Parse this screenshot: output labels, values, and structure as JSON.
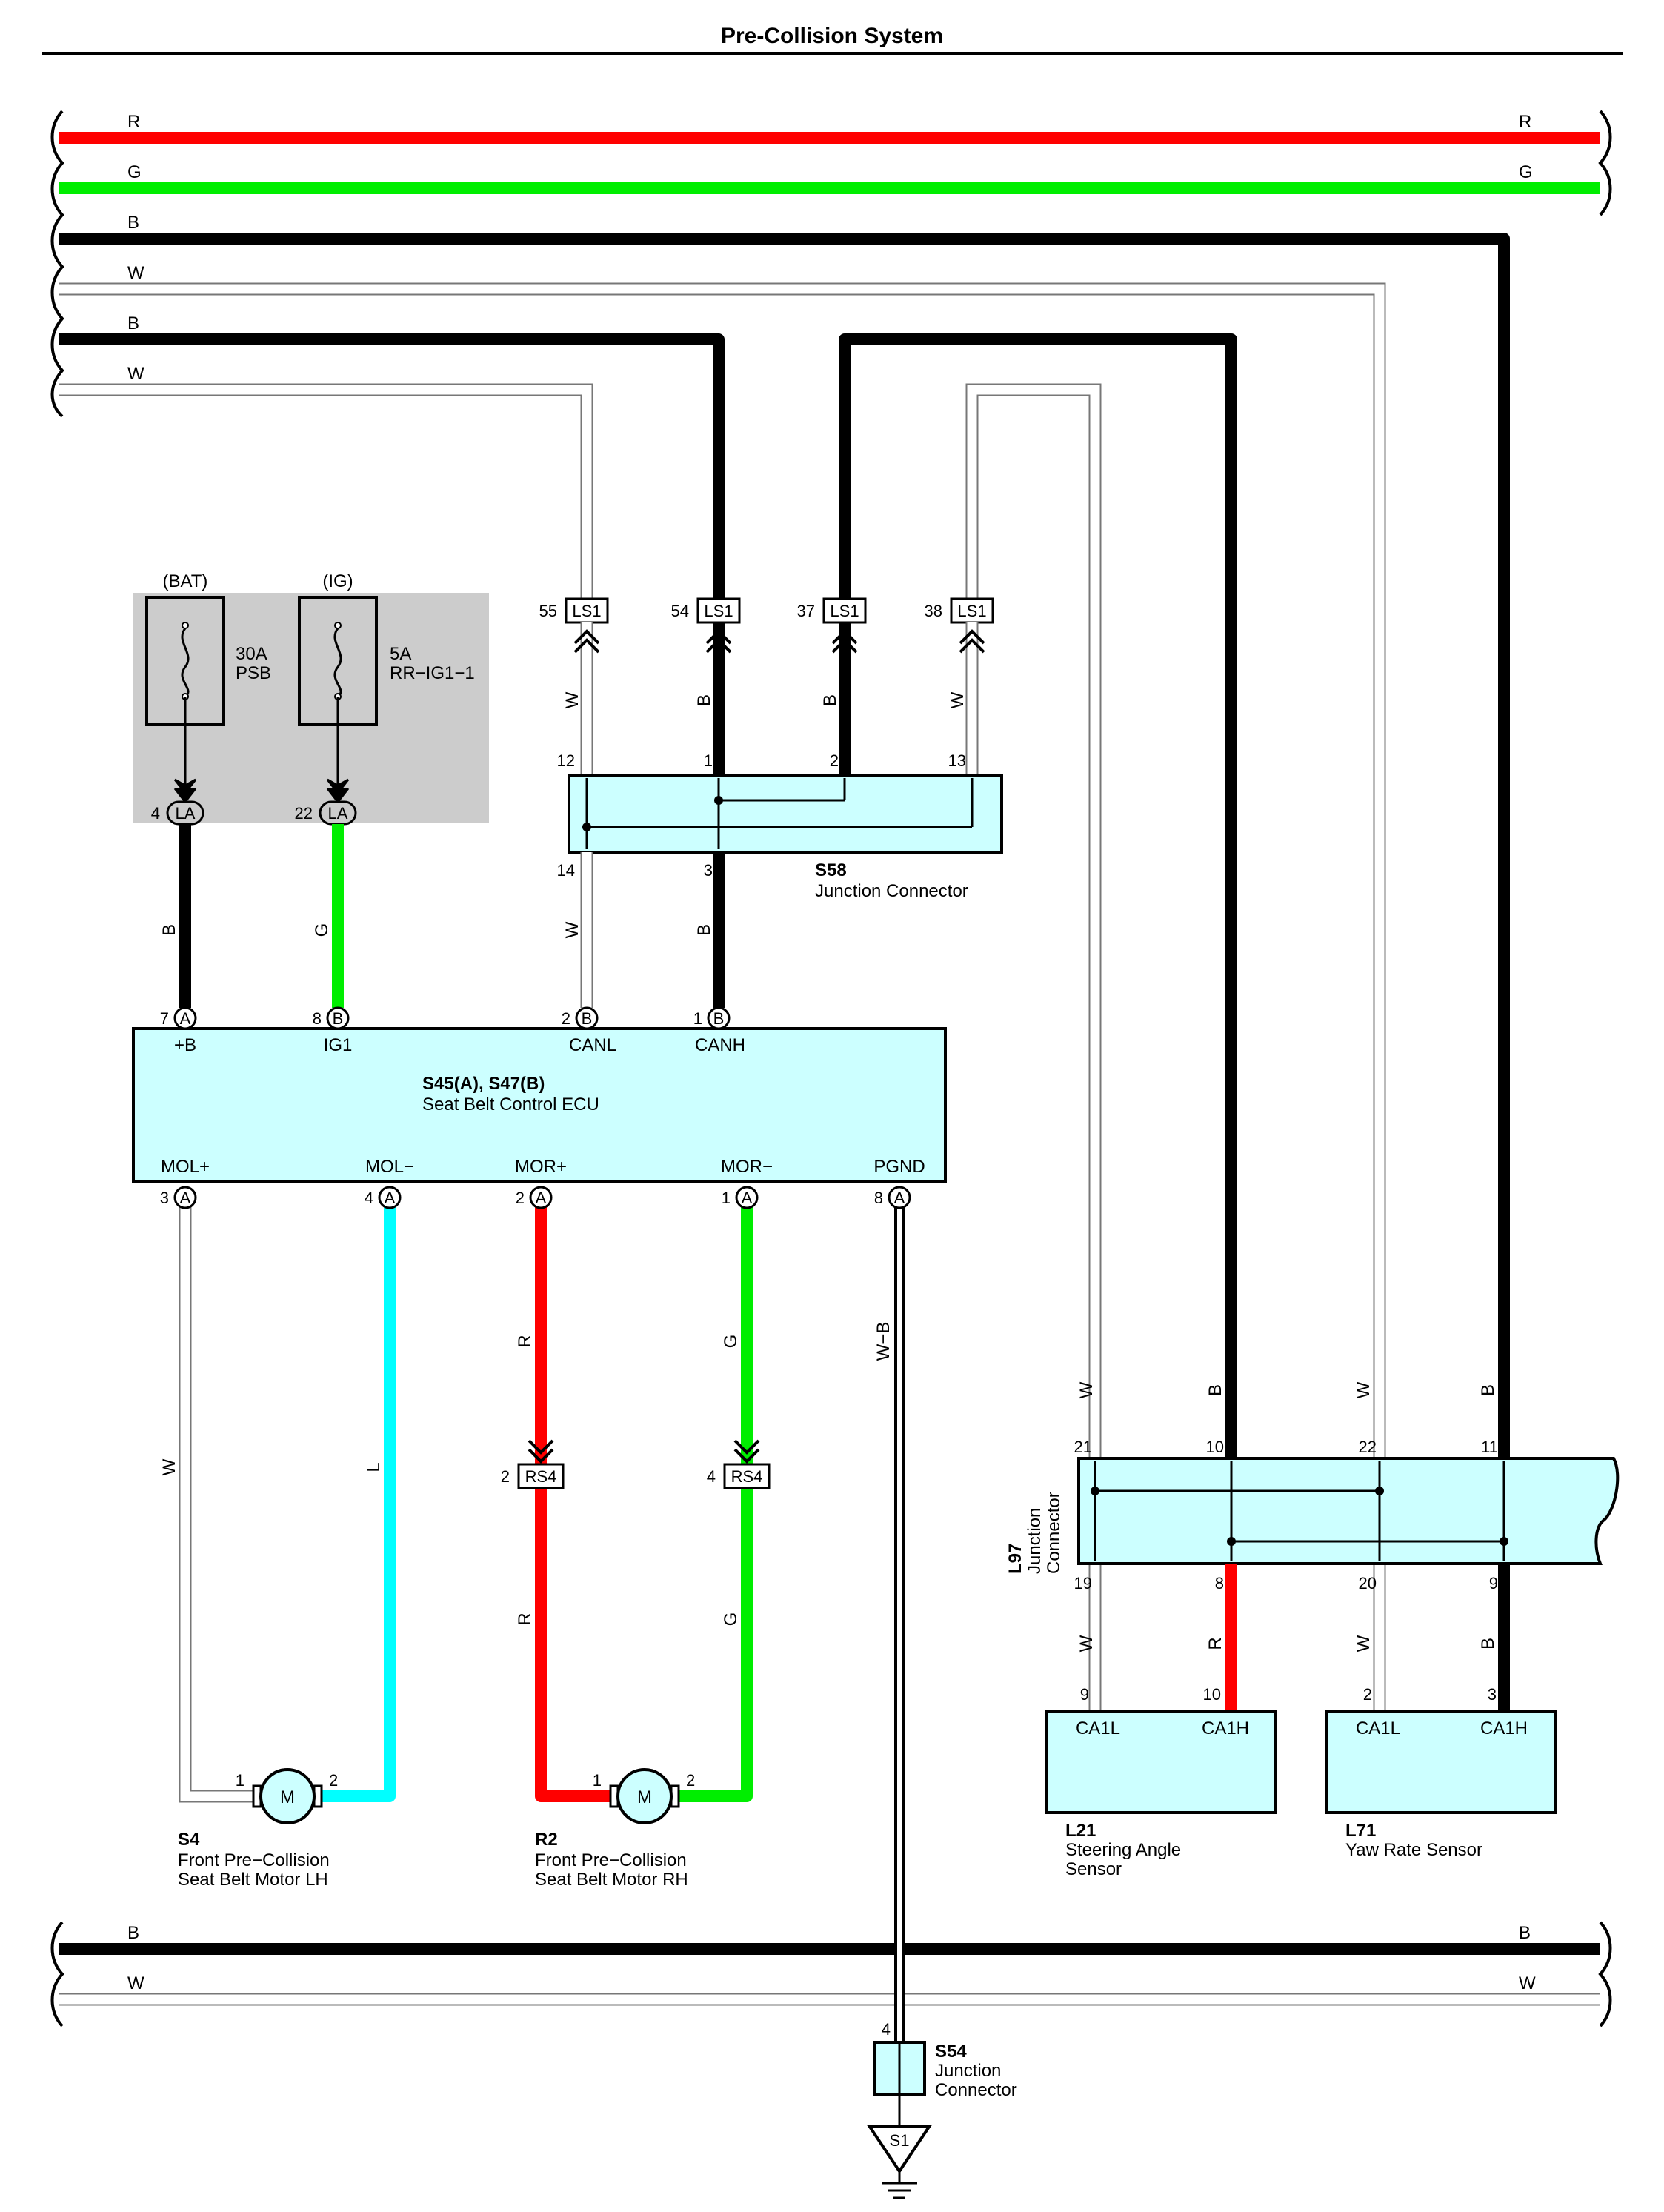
{
  "title": "Pre-Collision System",
  "colors": {
    "R": "#ff0000",
    "G": "#00ee00",
    "B": "#000000",
    "W": "#ffffff",
    "L": "#00ffff",
    "component_fill": "#ccffff",
    "fuse_block_fill": "#cccccc"
  },
  "bus_top": [
    "R",
    "G",
    "B",
    "W",
    "B",
    "W"
  ],
  "bus_bottom": [
    "B",
    "W"
  ],
  "fuses": [
    {
      "source": "(BAT)",
      "amp": "30A",
      "name": "PSB",
      "pin": "4",
      "connector": "LA",
      "wire": "B"
    },
    {
      "source": "(IG)",
      "amp": "5A",
      "name": "RR−IG1−1",
      "pin": "22",
      "connector": "LA",
      "wire": "G"
    }
  ],
  "ls1": [
    {
      "pin": "55",
      "connector": "LS1",
      "wire": "W"
    },
    {
      "pin": "54",
      "connector": "LS1",
      "wire": "B"
    },
    {
      "pin": "37",
      "connector": "LS1",
      "wire": "B"
    },
    {
      "pin": "38",
      "connector": "LS1",
      "wire": "W"
    }
  ],
  "s58": {
    "id": "S58",
    "name": "Junction Connector",
    "top_pins": [
      "12",
      "1",
      "2",
      "13"
    ],
    "bottom_pins": [
      "14",
      "3"
    ],
    "bottom_wires": [
      "W",
      "B"
    ]
  },
  "ecu": {
    "id": "S45(A), S47(B)",
    "name": "Seat Belt Control ECU",
    "top_pins": [
      {
        "num": "7",
        "conn": "A",
        "label": "+B"
      },
      {
        "num": "8",
        "conn": "B",
        "label": "IG1"
      },
      {
        "num": "2",
        "conn": "B",
        "label": "CANL"
      },
      {
        "num": "1",
        "conn": "B",
        "label": "CANH"
      }
    ],
    "bottom_pins": [
      {
        "num": "3",
        "conn": "A",
        "label": "MOL+",
        "wire": "W"
      },
      {
        "num": "4",
        "conn": "A",
        "label": "MOL−",
        "wire": "L"
      },
      {
        "num": "2",
        "conn": "A",
        "label": "MOR+",
        "wire": "R"
      },
      {
        "num": "1",
        "conn": "A",
        "label": "MOR−",
        "wire": "G"
      },
      {
        "num": "8",
        "conn": "A",
        "label": "PGND",
        "wire": "W−B"
      }
    ]
  },
  "rs4": [
    {
      "pin": "2",
      "connector": "RS4",
      "wire_below": "R"
    },
    {
      "pin": "4",
      "connector": "RS4",
      "wire_below": "G"
    }
  ],
  "motors": [
    {
      "id": "S4",
      "line1": "Front Pre−Collision",
      "line2": "Seat Belt Motor LH",
      "symbol": "M",
      "pin1": "1",
      "pin2": "2"
    },
    {
      "id": "R2",
      "line1": "Front Pre−Collision",
      "line2": "Seat Belt Motor RH",
      "symbol": "M",
      "pin1": "1",
      "pin2": "2"
    }
  ],
  "l97": {
    "id": "L97",
    "line1": "Junction",
    "line2": "Connector",
    "top_pins": [
      "21",
      "10",
      "22",
      "11"
    ],
    "top_wires": [
      "W",
      "B",
      "W",
      "B"
    ],
    "bottom_pins": [
      "19",
      "8",
      "20",
      "9"
    ],
    "bottom_wires": [
      "W",
      "R",
      "W",
      "B"
    ]
  },
  "sensors": [
    {
      "id": "L21",
      "line1": "Steering Angle",
      "line2": "Sensor",
      "pin_a": "9",
      "pin_b": "10",
      "label_a": "CA1L",
      "label_b": "CA1H"
    },
    {
      "id": "L71",
      "line1": "Yaw Rate Sensor",
      "line2": "",
      "pin_a": "2",
      "pin_b": "3",
      "label_a": "CA1L",
      "label_b": "CA1H"
    }
  ],
  "s54": {
    "id": "S54",
    "line1": "Junction",
    "line2": "Connector",
    "pin": "4"
  },
  "ground": {
    "label": "S1"
  }
}
